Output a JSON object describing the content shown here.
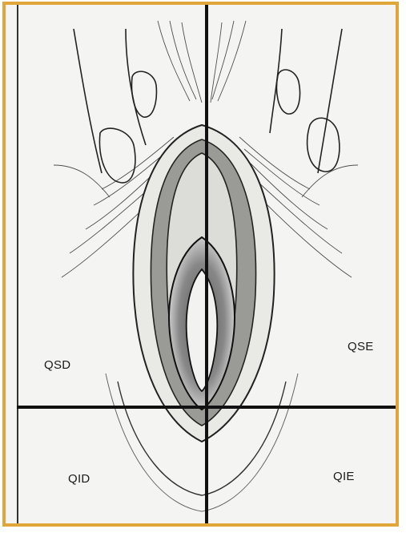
{
  "quadrants": {
    "upper_right_patient": "QSD",
    "upper_left_patient": "QSE",
    "lower_right_patient": "QID",
    "lower_left_patient": "QIE"
  },
  "colors": {
    "frame_border": "#e0a63a",
    "divider_lines": "#111111",
    "background": "#f4f4f2",
    "ink": "#1a1a1a"
  }
}
